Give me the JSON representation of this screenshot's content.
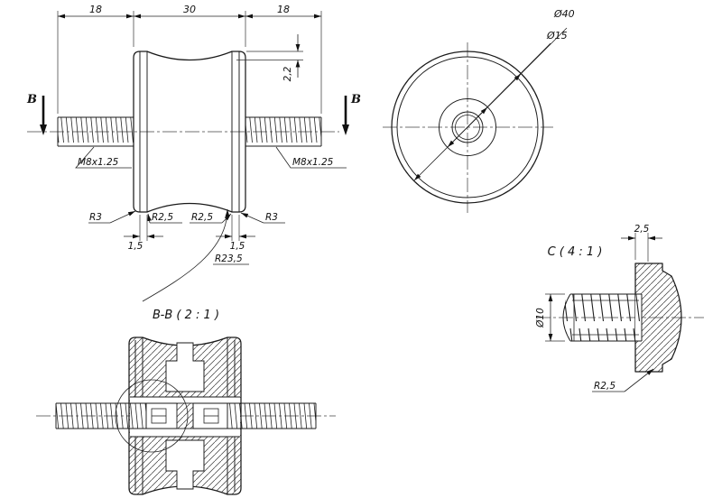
{
  "front_view": {
    "dim_left_stud": "18",
    "dim_body": "30",
    "dim_right_stud": "18",
    "dim_groove_depth": "2,2",
    "section_label_left": "B",
    "section_label_right": "B",
    "thread_left": "M8x1.25",
    "thread_right": "M8x1.25",
    "radius_outer_left": "R3",
    "radius_outer_right": "R3",
    "radius_fillet_left": "R2,5",
    "radius_fillet_right": "R2,5",
    "dim_flange_left": "1,5",
    "dim_flange_right": "1,5",
    "radius_groove": "R23,5"
  },
  "end_view": {
    "dia_outer": "Ø40",
    "dia_hub": "Ø15"
  },
  "section_view": {
    "label": "B-B ( 2 : 1 )"
  },
  "detail_view": {
    "label": "C ( 4 : 1 )",
    "dim_step": "2,5",
    "dia_thread": "Ø10",
    "radius_fillet": "R2,5"
  },
  "colors": {
    "line": "#1a1a1a",
    "background": "#ffffff"
  }
}
